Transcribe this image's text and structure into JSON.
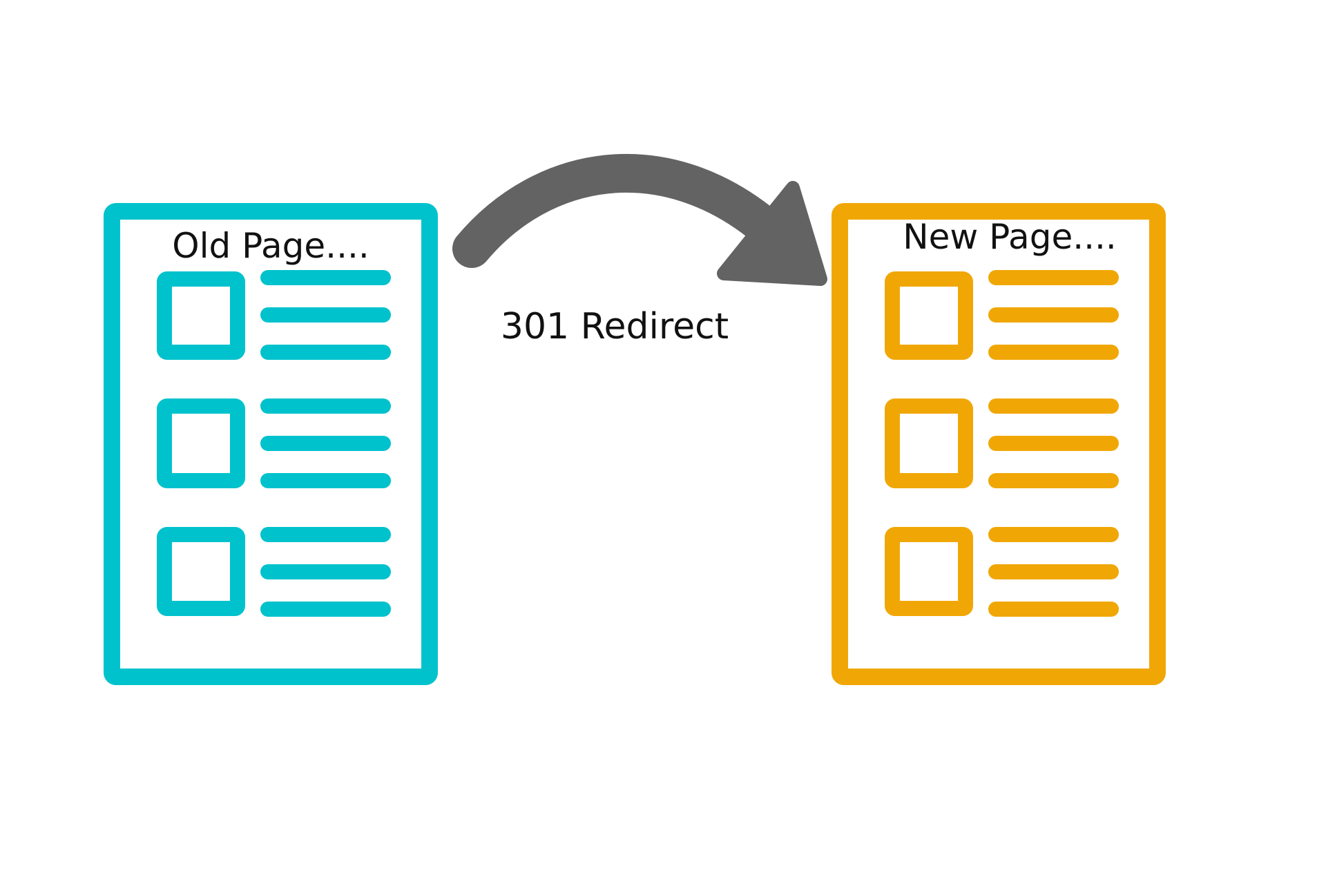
{
  "diagram": {
    "old_page": {
      "title": "Old Page....",
      "color": "#00C2CC"
    },
    "new_page": {
      "title": "New Page....",
      "color": "#F0A705"
    },
    "redirect": {
      "label": "301 Redirect",
      "arrow_color": "#636363"
    },
    "text_color": "#111111"
  }
}
